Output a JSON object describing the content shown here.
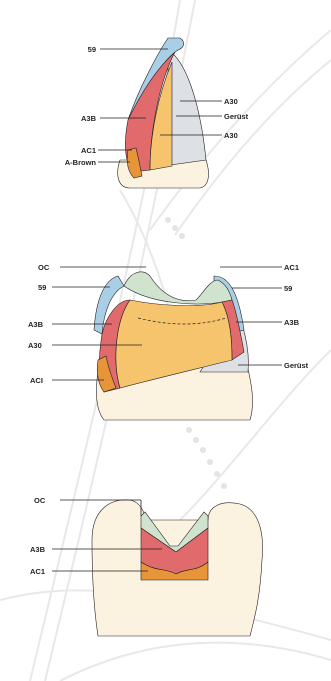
{
  "colors": {
    "blue": "#a9cfe7",
    "red": "#e06a6c",
    "gold": "#f6c46c",
    "orange": "#e8953a",
    "grey": "#dde1e5",
    "green": "#cfe3cf",
    "dentin": "#fbf2df",
    "outline": "#231f20"
  },
  "figures": [
    {
      "id": "anterior",
      "labels": {
        "l59": "59",
        "A3B": "A3B",
        "AC1": "AC1",
        "ABrown": "A-Brown",
        "A30a": "A30",
        "Gerust": "Gerüst",
        "A30b": "A30"
      }
    },
    {
      "id": "molar",
      "labels": {
        "OC": "OC",
        "l59L": "59",
        "A3B_L": "A3B",
        "A30": "A30",
        "ACI": "ACI",
        "AC1": "AC1",
        "l59R": "59",
        "A3B_R": "A3B",
        "Gerust": "Gerüst"
      }
    },
    {
      "id": "section",
      "labels": {
        "OC": "OC",
        "A3B": "A3B",
        "AC1": "AC1"
      }
    }
  ]
}
